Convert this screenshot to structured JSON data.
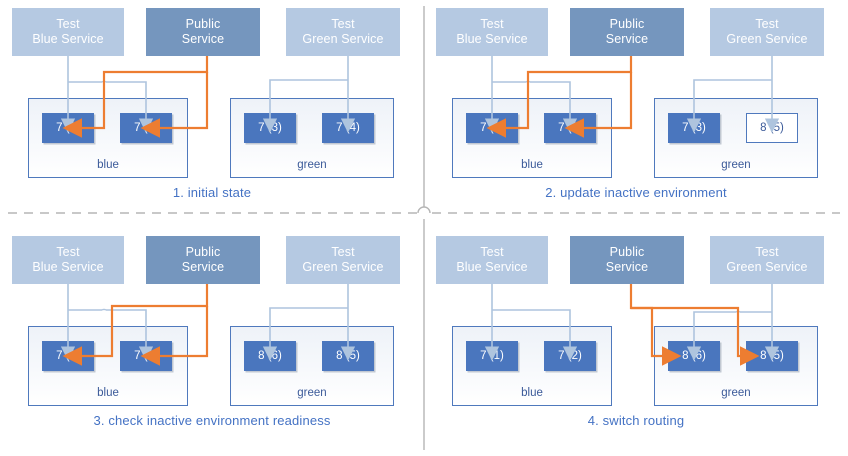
{
  "colors": {
    "service_light": "#b5c9e2",
    "service_dark": "#7596be",
    "version_fill": "#4a76be",
    "version_outline_border": "#4f79bd",
    "env_border": "#4f79bd",
    "arrow_blue": "#aec4de",
    "arrow_orange": "#ed7d31",
    "caption_text": "#4472c4",
    "divider": "#b3b3b3",
    "white": "#ffffff"
  },
  "services": {
    "blue": {
      "line1": "Test",
      "line2": "Blue Service",
      "full": "Test\nBlue Service",
      "style": "light"
    },
    "public": {
      "line1": "Public",
      "line2": "Service",
      "full": "Public\nService",
      "style": "dark"
    },
    "green": {
      "line1": "Test",
      "line2": "Green Service",
      "full": "Test\nGreen Service",
      "style": "light"
    }
  },
  "environments": {
    "blue_label": "blue",
    "green_label": "green"
  },
  "panels": [
    {
      "id": 1,
      "caption": "1. initial state",
      "blue_env": {
        "label": "blue",
        "versions": [
          {
            "text": "7 (1)",
            "style": "filled"
          },
          {
            "text": "7 (2)",
            "style": "filled"
          }
        ]
      },
      "green_env": {
        "label": "green",
        "versions": [
          {
            "text": "7 (3)",
            "style": "filled"
          },
          {
            "text": "7 (4)",
            "style": "filled"
          }
        ]
      },
      "public_routes_to": "blue"
    },
    {
      "id": 2,
      "caption": "2. update inactive environment",
      "blue_env": {
        "label": "blue",
        "versions": [
          {
            "text": "7 (1)",
            "style": "filled"
          },
          {
            "text": "7 (1)",
            "style": "filled"
          }
        ]
      },
      "green_env": {
        "label": "green",
        "versions": [
          {
            "text": "7 (3)",
            "style": "filled"
          },
          {
            "text": "8 (5)",
            "style": "outline"
          }
        ]
      },
      "public_routes_to": "blue"
    },
    {
      "id": 3,
      "caption": "3. check inactive environment readiness",
      "blue_env": {
        "label": "blue",
        "versions": [
          {
            "text": "7 (1)",
            "style": "filled"
          },
          {
            "text": "7 (2)",
            "style": "filled"
          }
        ]
      },
      "green_env": {
        "label": "green",
        "versions": [
          {
            "text": "8 (6)",
            "style": "filled"
          },
          {
            "text": "8 (5)",
            "style": "filled"
          }
        ]
      },
      "public_routes_to": "blue"
    },
    {
      "id": 4,
      "caption": "4. switch routing",
      "blue_env": {
        "label": "blue",
        "versions": [
          {
            "text": "7 (1)",
            "style": "filled"
          },
          {
            "text": "7 (2)",
            "style": "filled"
          }
        ]
      },
      "green_env": {
        "label": "green",
        "versions": [
          {
            "text": "8 (6)",
            "style": "filled"
          },
          {
            "text": "8 (5)",
            "style": "filled"
          }
        ]
      },
      "public_routes_to": "green"
    }
  ]
}
